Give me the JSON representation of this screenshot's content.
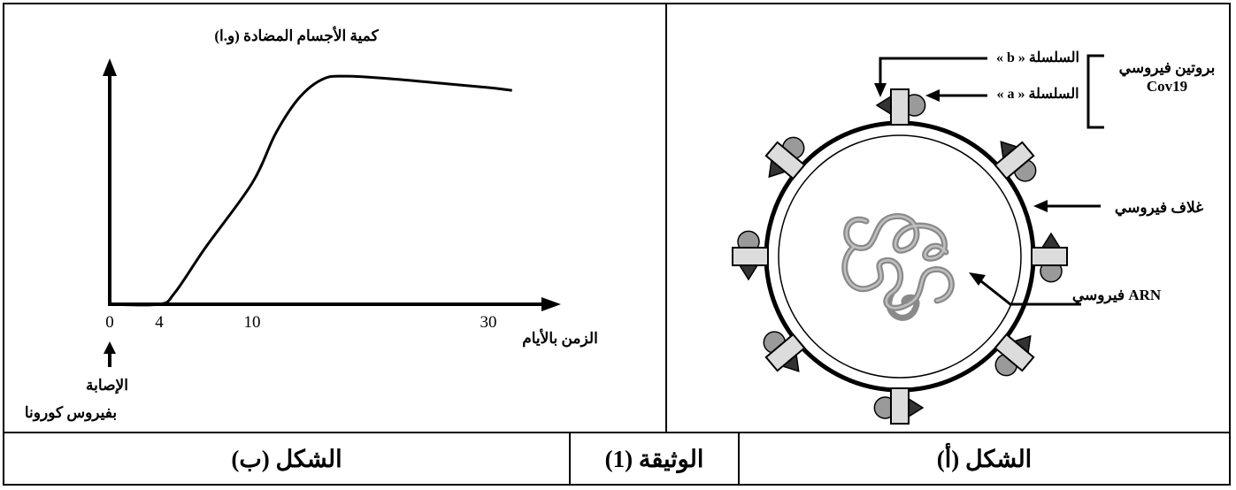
{
  "chart_data": {
    "type": "line",
    "ylabel": "كمية الأجسام المضادة (و.ا)",
    "xlabel": "الزمن بالأيام",
    "x_ticks": [
      "0",
      "4",
      "10",
      "30"
    ],
    "annotation_line1": "الإصابة",
    "annotation_line2": "بفيروس كورونا",
    "series": [
      {
        "x": [
          0,
          4,
          5,
          7,
          10,
          12,
          14,
          16,
          18,
          22,
          26,
          30,
          32
        ],
        "y": [
          0,
          0,
          8,
          40,
          85,
          120,
          145,
          158,
          160,
          158,
          155,
          152,
          150
        ]
      }
    ],
    "xlim": [
      0,
      33
    ],
    "ylim": [
      0,
      170
    ]
  },
  "virus_labels": {
    "protein_line1": "بروتين فيروسي",
    "protein_line2": "Cov19",
    "chain_b": "السلسلة « b »",
    "chain_a": "السلسلة « a »",
    "envelope": "غلاف فيروسي",
    "rna": "ARN فيروسي"
  },
  "captions": {
    "figure_b": "الشكل (ب)",
    "document": "الوثيقة (1)",
    "figure_a": "الشكل (أ)"
  },
  "colors": {
    "line": "#000000",
    "protein_dark": "#333333",
    "protein_circle": "#9a9a9a",
    "protein_rect": "#dcdcdc",
    "rna": "#8a8a8a"
  }
}
